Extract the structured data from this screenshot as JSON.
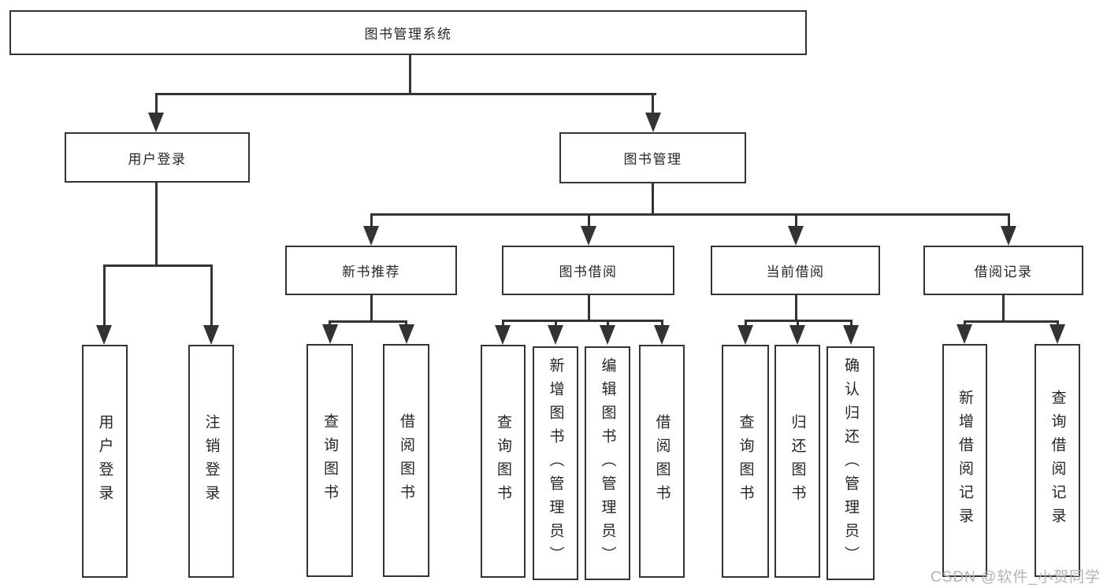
{
  "root": {
    "label": "图书管理系统"
  },
  "branches": {
    "user_login": {
      "label": "用户登录",
      "children": [
        "用户登录",
        "注销登录"
      ]
    },
    "book_mgmt": {
      "label": "图书管理",
      "sections": {
        "new_book": {
          "label": "新书推荐",
          "children": [
            "查询图书",
            "借阅图书"
          ]
        },
        "book_borrow": {
          "label": "图书借阅",
          "children": [
            "查询图书",
            "新增图书（管理员）",
            "编辑图书（管理员）",
            "借阅图书"
          ]
        },
        "current_borrow": {
          "label": "当前借阅",
          "children": [
            "查询图书",
            "归还图书",
            "确认归还（管理员）"
          ]
        },
        "borrow_records": {
          "label": "借阅记录",
          "children": [
            "新增借阅记录",
            "查询借阅记录"
          ]
        }
      }
    }
  },
  "watermark": {
    "text": "CSDN @软件_小贺同学"
  },
  "colors": {
    "line": "#333333",
    "text": "#262626",
    "background": "#ffffff",
    "watermark": "#b3b3b3"
  }
}
